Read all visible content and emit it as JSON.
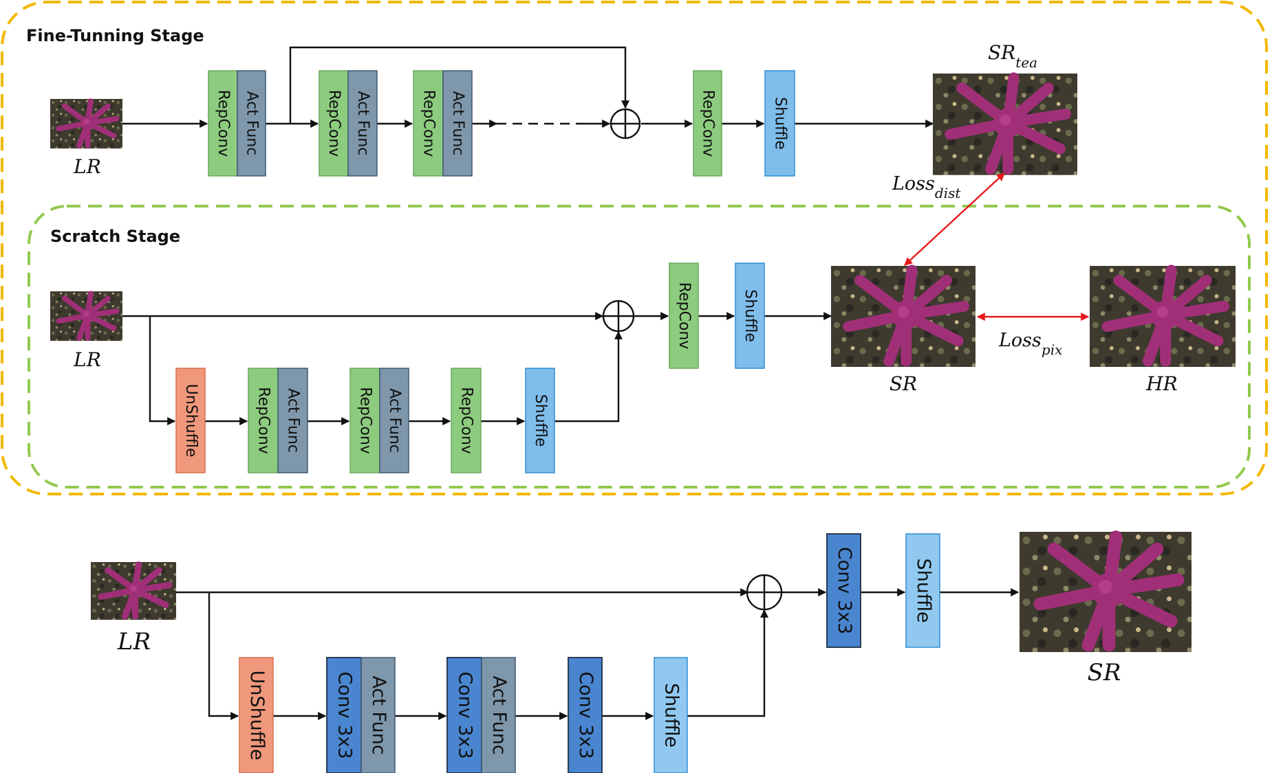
{
  "stages": {
    "fine_tuning_title": "Fine-Tunning Stage",
    "scratch_title": "Scratch Stage"
  },
  "blocks": {
    "repconv": "RepConv",
    "act_func": "Act Func",
    "shuffle": "Shuffle",
    "unshuffle": "UnShuffle",
    "conv3x3": "Conv 3x3"
  },
  "labels": {
    "lr": "LR",
    "sr": "SR",
    "hr": "HR",
    "sr_tea_base": "SR",
    "sr_tea_sub": "tea",
    "loss_base": "Loss",
    "loss_dist_sub": "dist",
    "loss_pix_sub": "pix"
  },
  "colors": {
    "yellow_border": "#F2B800",
    "green_border": "#92C94E",
    "repconv_fill": "#8DCB7F",
    "act_fill": "#7E97AB",
    "shuffle_fill": "#7FBDEB",
    "unshuffle_fill": "#F0987B",
    "conv_fill": "#4A86D0",
    "loss_arrow": "#E8191C"
  }
}
